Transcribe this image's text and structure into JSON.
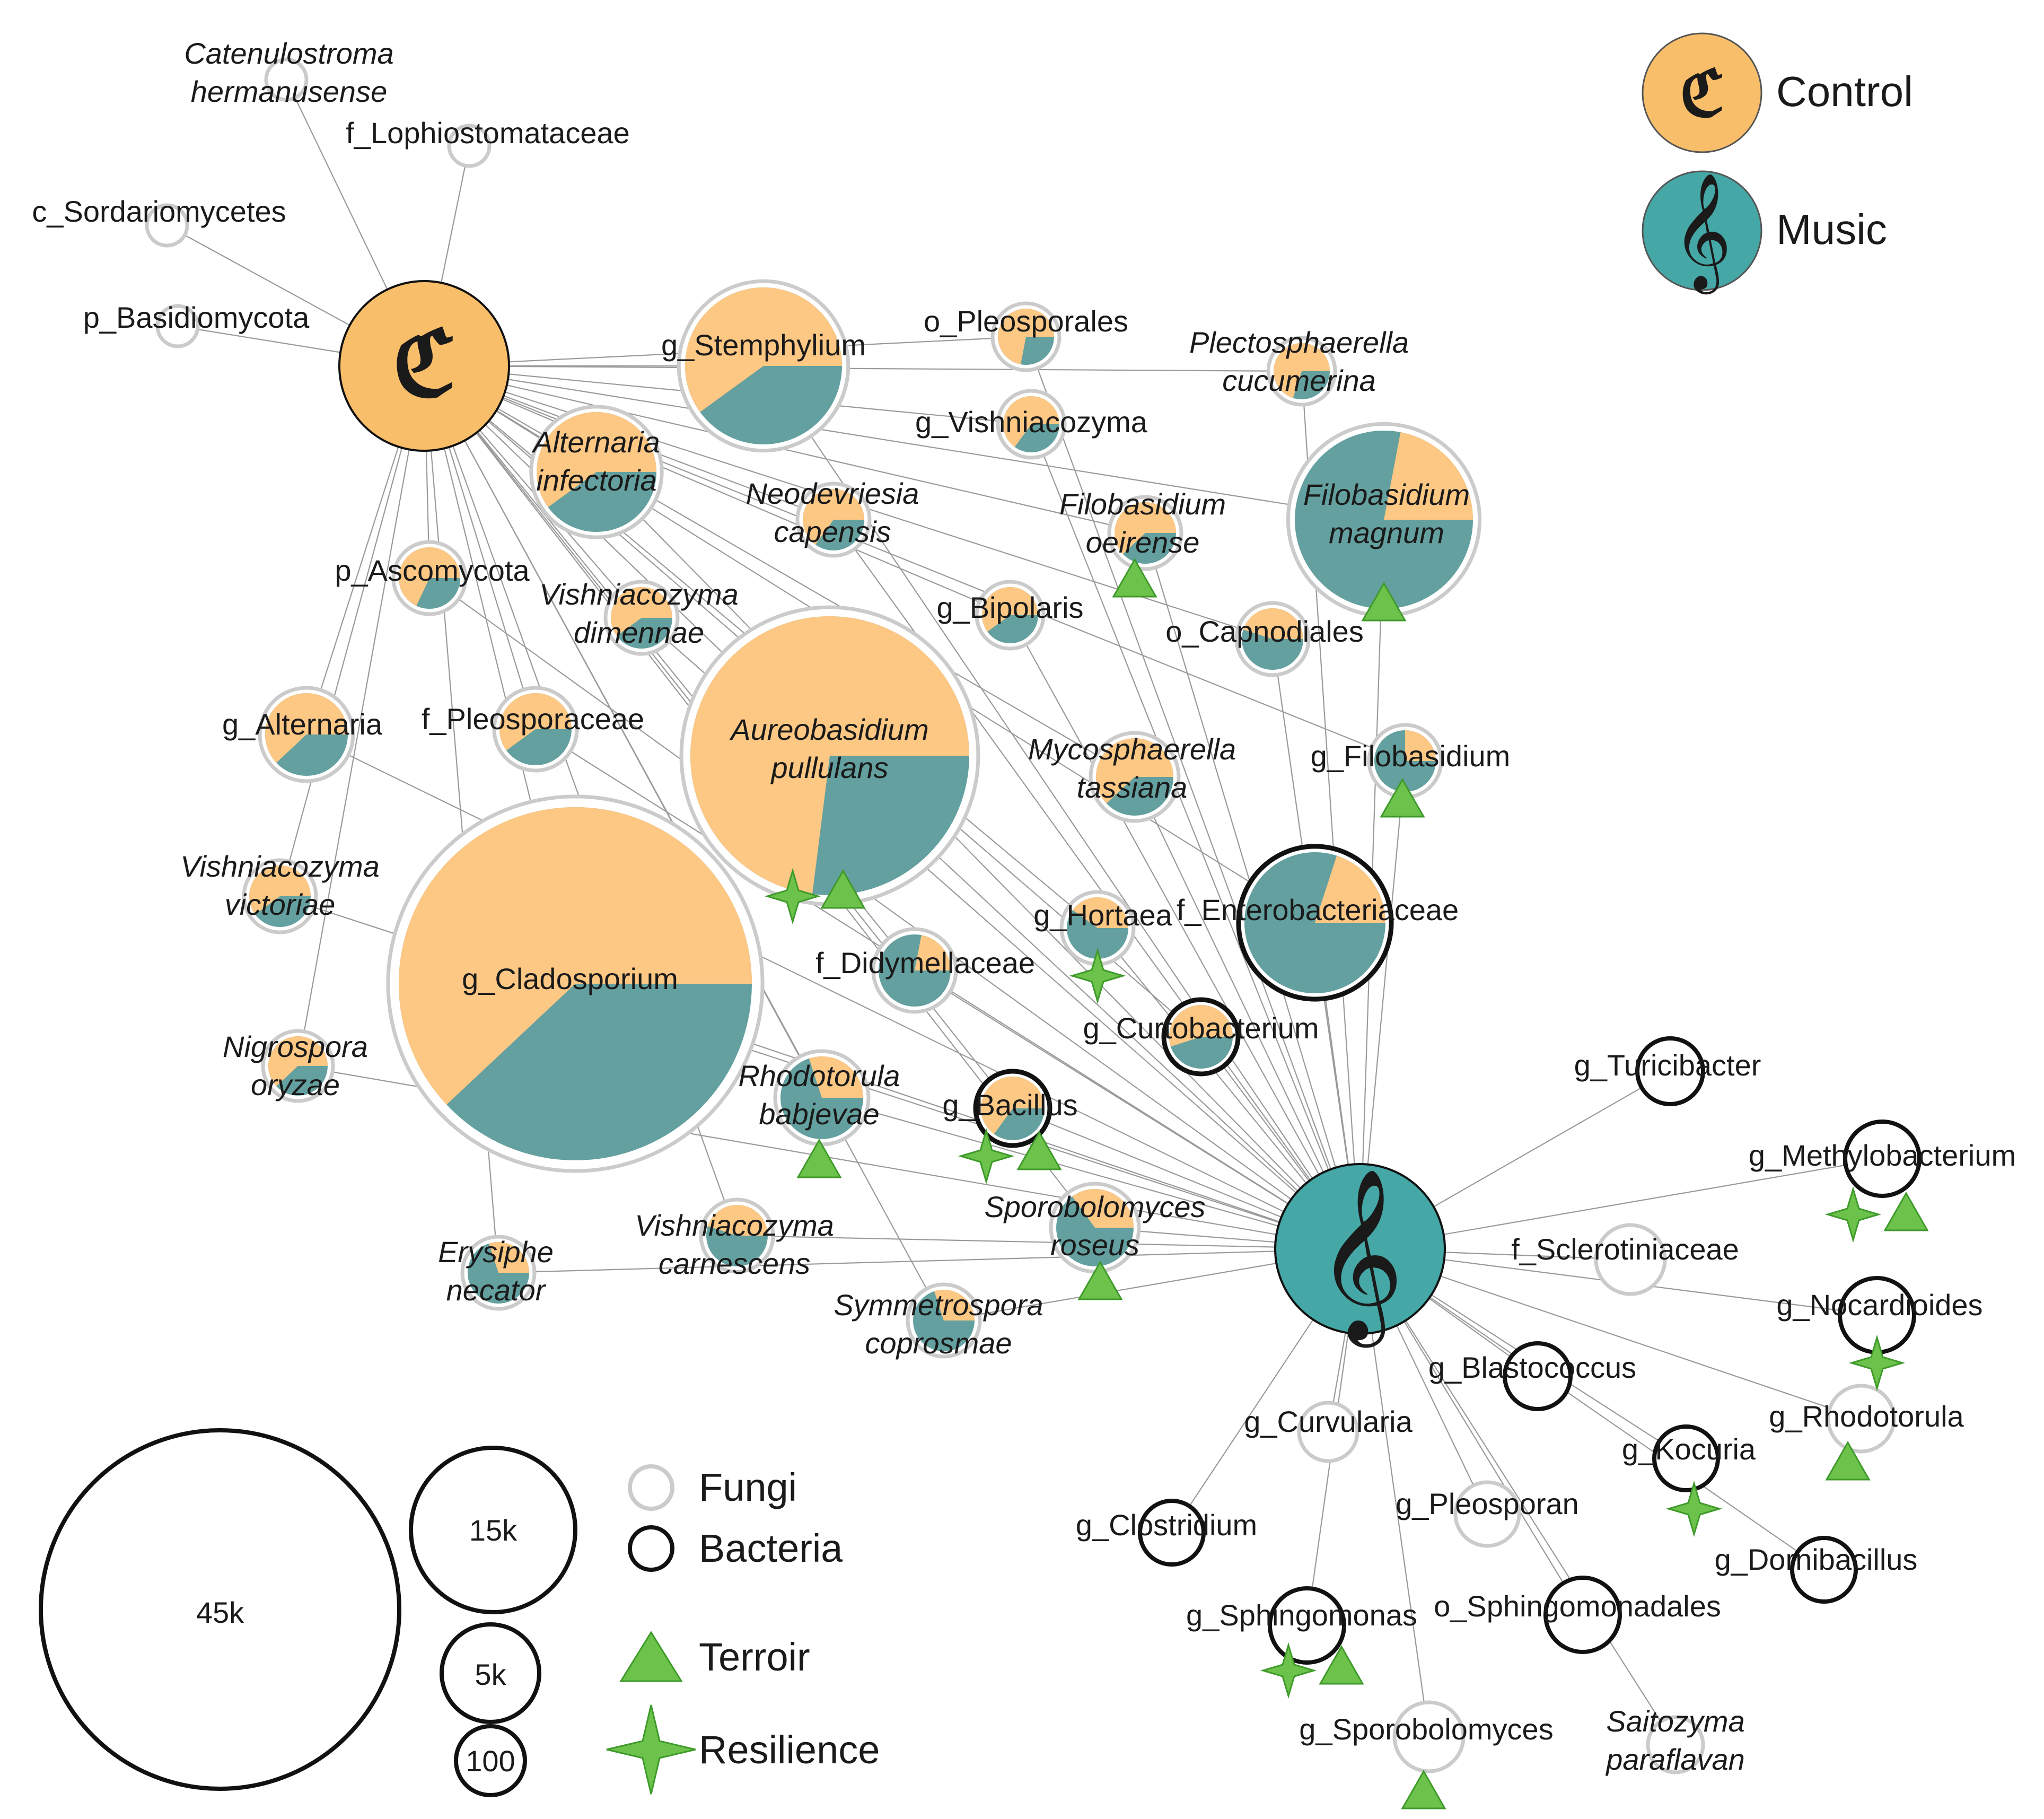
{
  "colors": {
    "control": "#FDC784",
    "music": "#63A09F",
    "music_hub": "#45A7A6",
    "control_hub": "#F9BE6A",
    "fungi_ring": "#CBCBCB",
    "bacteria_ring": "#111111",
    "edge": "#9A9A9A",
    "marker": "#6CC24A",
    "marker_stroke": "#3E9A2A"
  },
  "hubs": {
    "control": {
      "symbol": "ℭ",
      "legend_label": "Control"
    },
    "music": {
      "symbol": "𝄞",
      "legend_label": "Music"
    }
  },
  "legend": {
    "sizes": [
      {
        "label": "45k"
      },
      {
        "label": "15k"
      },
      {
        "label": "5k"
      },
      {
        "label": "100"
      }
    ],
    "kingdoms": [
      {
        "label": "Fungi",
        "icon": "grey-ring"
      },
      {
        "label": "Bacteria",
        "icon": "black-ring"
      }
    ],
    "markers": [
      {
        "label": "Terroir",
        "icon": "triangle"
      },
      {
        "label": "Resilience",
        "icon": "four-point-star"
      }
    ]
  },
  "taxa": [
    {
      "lines": [
        "Catenulostroma",
        "hermanusense"
      ],
      "italic": true,
      "kingdom": "fungi",
      "control_share": null,
      "edges": [
        "control"
      ]
    },
    {
      "lines": [
        "f_Lophiostomataceae"
      ],
      "italic": false,
      "kingdom": "fungi",
      "control_share": null,
      "edges": [
        "control"
      ]
    },
    {
      "lines": [
        "c_Sordariomycetes"
      ],
      "italic": false,
      "kingdom": "fungi",
      "control_share": null,
      "edges": [
        "control"
      ]
    },
    {
      "lines": [
        "p_Basidiomycota"
      ],
      "italic": false,
      "kingdom": "fungi",
      "control_share": null,
      "edges": [
        "control"
      ]
    },
    {
      "lines": [
        "g_Stemphylium"
      ],
      "italic": false,
      "kingdom": "fungi",
      "control_share": 0.6,
      "edges": [
        "control",
        "music"
      ]
    },
    {
      "lines": [
        "o_Pleosporales"
      ],
      "italic": false,
      "kingdom": "fungi",
      "control_share": 0.72,
      "edges": [
        "control",
        "music"
      ]
    },
    {
      "lines": [
        "Plectosphaerella",
        "cucumerina"
      ],
      "italic": true,
      "kingdom": "fungi",
      "control_share": 0.7,
      "edges": [
        "control",
        "music"
      ]
    },
    {
      "lines": [
        "g_Vishniacozyma"
      ],
      "italic": false,
      "kingdom": "fungi",
      "control_share": 0.65,
      "edges": [
        "control",
        "music"
      ]
    },
    {
      "lines": [
        "Alternaria",
        "infectoria"
      ],
      "italic": true,
      "kingdom": "fungi",
      "control_share": 0.6,
      "edges": [
        "control",
        "music"
      ]
    },
    {
      "lines": [
        "Neodevriesia",
        "capensis"
      ],
      "italic": true,
      "kingdom": "fungi",
      "control_share": 0.65,
      "edges": [
        "control",
        "music"
      ]
    },
    {
      "lines": [
        "Filobasidium",
        "oeirense"
      ],
      "italic": true,
      "kingdom": "fungi",
      "control_share": 0.62,
      "edges": [
        "control",
        "music"
      ],
      "markers": [
        "terroir"
      ]
    },
    {
      "lines": [
        "Filobasidium",
        "magnum"
      ],
      "italic": true,
      "kingdom": "fungi",
      "control_share": 0.22,
      "edges": [
        "control",
        "music"
      ],
      "markers": [
        "terroir"
      ]
    },
    {
      "lines": [
        "p_Ascomycota"
      ],
      "italic": false,
      "kingdom": "fungi",
      "control_share": 0.68,
      "edges": [
        "control",
        "music"
      ]
    },
    {
      "lines": [
        "Vishniacozyma",
        "dimennae"
      ],
      "italic": true,
      "kingdom": "fungi",
      "control_share": 0.6,
      "edges": [
        "control",
        "music"
      ]
    },
    {
      "lines": [
        "g_Bipolaris"
      ],
      "italic": false,
      "kingdom": "fungi",
      "control_share": 0.6,
      "edges": [
        "control",
        "music"
      ]
    },
    {
      "lines": [
        "o_Capnodiales"
      ],
      "italic": false,
      "kingdom": "fungi",
      "control_share": 0.45,
      "edges": [
        "control",
        "music"
      ]
    },
    {
      "lines": [
        "g_Alternaria"
      ],
      "italic": false,
      "kingdom": "fungi",
      "control_share": 0.62,
      "edges": [
        "control",
        "music"
      ]
    },
    {
      "lines": [
        "f_Pleosporaceae"
      ],
      "italic": false,
      "kingdom": "fungi",
      "control_share": 0.6,
      "edges": [
        "control",
        "music"
      ]
    },
    {
      "lines": [
        "Aureobasidium",
        "pullulans"
      ],
      "italic": true,
      "kingdom": "fungi",
      "control_share": 0.73,
      "edges": [
        "control",
        "music"
      ],
      "markers": [
        "resilience",
        "terroir"
      ]
    },
    {
      "lines": [
        "Mycosphaerella",
        "tassiana"
      ],
      "italic": true,
      "kingdom": "fungi",
      "control_share": 0.62,
      "edges": [
        "control",
        "music"
      ]
    },
    {
      "lines": [
        "g_Filobasidium"
      ],
      "italic": false,
      "kingdom": "fungi",
      "control_share": 0.25,
      "edges": [
        "control",
        "music"
      ],
      "markers": [
        "terroir"
      ]
    },
    {
      "lines": [
        "Vishniacozyma",
        "victoriae"
      ],
      "italic": true,
      "kingdom": "fungi",
      "control_share": 0.6,
      "edges": [
        "control",
        "music"
      ]
    },
    {
      "lines": [
        "g_Cladosporium"
      ],
      "italic": false,
      "kingdom": "fungi",
      "control_share": 0.62,
      "edges": [
        "control",
        "music"
      ]
    },
    {
      "lines": [
        "f_Didymellaceae"
      ],
      "italic": false,
      "kingdom": "fungi",
      "control_share": 0.22,
      "edges": [
        "control",
        "music"
      ]
    },
    {
      "lines": [
        "g_Hortaea"
      ],
      "italic": false,
      "kingdom": "fungi",
      "control_share": 0.4,
      "edges": [
        "control",
        "music"
      ],
      "markers": [
        "resilience"
      ]
    },
    {
      "lines": [
        "f_Enterobacteriaceae"
      ],
      "italic": false,
      "kingdom": "bacteria",
      "control_share": 0.2,
      "edges": [
        "control",
        "music"
      ]
    },
    {
      "lines": [
        "g_Curtobacterium"
      ],
      "italic": false,
      "kingdom": "bacteria",
      "control_share": 0.55,
      "edges": [
        "control",
        "music"
      ]
    },
    {
      "lines": [
        "Nigrospora",
        "oryzae"
      ],
      "italic": true,
      "kingdom": "fungi",
      "control_share": 0.62,
      "edges": [
        "control",
        "music"
      ]
    },
    {
      "lines": [
        "Rhodotorula",
        "babjevae"
      ],
      "italic": true,
      "kingdom": "fungi",
      "control_share": 0.3,
      "edges": [
        "control",
        "music"
      ],
      "markers": [
        "terroir"
      ]
    },
    {
      "lines": [
        "g_Bacillus"
      ],
      "italic": false,
      "kingdom": "bacteria",
      "control_share": 0.65,
      "edges": [
        "control",
        "music"
      ],
      "markers": [
        "resilience",
        "terroir"
      ]
    },
    {
      "lines": [
        "Erysiphe",
        "necator"
      ],
      "italic": true,
      "kingdom": "fungi",
      "control_share": 0.3,
      "edges": [
        "control",
        "music"
      ]
    },
    {
      "lines": [
        "Vishniacozyma",
        "carnescens"
      ],
      "italic": true,
      "kingdom": "fungi",
      "control_share": 0.45,
      "edges": [
        "control",
        "music"
      ]
    },
    {
      "lines": [
        "Sporobolomyces",
        "roseus"
      ],
      "italic": true,
      "kingdom": "fungi",
      "control_share": 0.35,
      "edges": [
        "control",
        "music"
      ],
      "markers": [
        "terroir"
      ]
    },
    {
      "lines": [
        "Symmetrospora",
        "coprosmae"
      ],
      "italic": true,
      "kingdom": "fungi",
      "control_share": 0.3,
      "edges": [
        "control",
        "music"
      ]
    },
    {
      "lines": [
        "g_Turicibacter"
      ],
      "italic": false,
      "kingdom": "bacteria",
      "control_share": null,
      "edges": [
        "music"
      ]
    },
    {
      "lines": [
        "g_Methylobacterium"
      ],
      "italic": false,
      "kingdom": "bacteria",
      "control_share": null,
      "edges": [
        "music"
      ],
      "markers": [
        "resilience",
        "terroir"
      ]
    },
    {
      "lines": [
        "f_Sclerotiniaceae"
      ],
      "italic": false,
      "kingdom": "fungi",
      "control_share": null,
      "edges": [
        "music"
      ]
    },
    {
      "lines": [
        "g_Nocardioides"
      ],
      "italic": false,
      "kingdom": "bacteria",
      "control_share": null,
      "edges": [
        "music"
      ],
      "markers": [
        "resilience"
      ]
    },
    {
      "lines": [
        "g_Blastococcus"
      ],
      "italic": false,
      "kingdom": "bacteria",
      "control_share": null,
      "edges": [
        "music"
      ]
    },
    {
      "lines": [
        "g_Rhodotorula"
      ],
      "italic": false,
      "kingdom": "fungi",
      "control_share": null,
      "edges": [
        "music"
      ],
      "markers": [
        "terroir"
      ]
    },
    {
      "lines": [
        "g_Curvularia"
      ],
      "italic": false,
      "kingdom": "fungi",
      "control_share": null,
      "edges": [
        "music"
      ]
    },
    {
      "lines": [
        "g_Kocuria"
      ],
      "italic": false,
      "kingdom": "bacteria",
      "control_share": null,
      "edges": [
        "music"
      ],
      "markers": [
        "resilience"
      ]
    },
    {
      "lines": [
        "g_Pleosporan"
      ],
      "italic": false,
      "kingdom": "fungi",
      "control_share": null,
      "edges": [
        "music"
      ]
    },
    {
      "lines": [
        "g_Clostridium"
      ],
      "italic": false,
      "kingdom": "bacteria",
      "control_share": null,
      "edges": [
        "music"
      ]
    },
    {
      "lines": [
        "g_Dornibacillus"
      ],
      "italic": false,
      "kingdom": "bacteria",
      "control_share": null,
      "edges": [
        "music"
      ]
    },
    {
      "lines": [
        "g_Sphingomonas"
      ],
      "italic": false,
      "kingdom": "bacteria",
      "control_share": null,
      "edges": [
        "music"
      ],
      "markers": [
        "resilience",
        "terroir"
      ]
    },
    {
      "lines": [
        "o_Sphingomonadales"
      ],
      "italic": false,
      "kingdom": "bacteria",
      "control_share": null,
      "edges": [
        "music"
      ]
    },
    {
      "lines": [
        "g_Sporobolomyces"
      ],
      "italic": false,
      "kingdom": "fungi",
      "control_share": null,
      "edges": [
        "music"
      ],
      "markers": [
        "terroir"
      ]
    },
    {
      "lines": [
        "Saitozyma",
        "paraflavan"
      ],
      "italic": true,
      "kingdom": "fungi",
      "control_share": null,
      "edges": [
        "music"
      ]
    }
  ]
}
